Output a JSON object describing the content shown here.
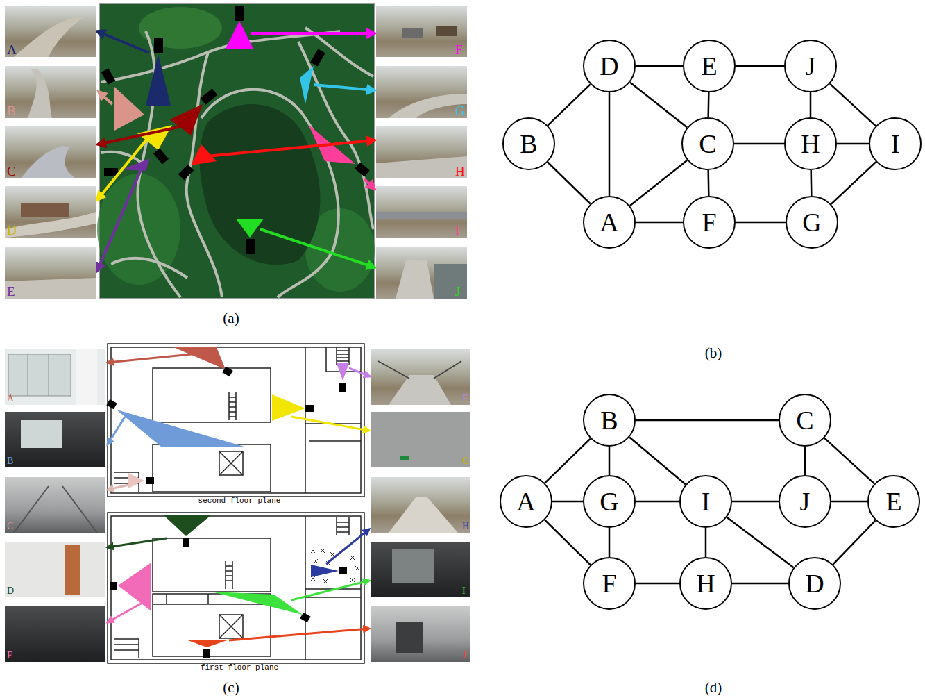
{
  "diagram": {
    "nodes": [
      {
        "text": [
          "D"
        ]
      },
      {
        "text": [
          "E"
        ]
      },
      {
        "text": [
          "J"
        ]
      },
      {
        "text": [
          "B"
        ]
      },
      {
        "text": [
          "C"
        ]
      },
      {
        "text": [
          "H"
        ]
      },
      {
        "text": [
          "I"
        ]
      },
      {
        "text": [
          "A"
        ]
      },
      {
        "text": [
          "F"
        ]
      },
      {
        "text": [
          "G"
        ]
      },
      {
        "text": [
          "B"
        ]
      },
      {
        "text": [
          "C"
        ]
      },
      {
        "text": [
          "A"
        ]
      },
      {
        "text": [
          "G"
        ]
      },
      {
        "text": [
          "I"
        ]
      },
      {
        "text": [
          "J"
        ]
      },
      {
        "text": [
          "E"
        ]
      },
      {
        "text": [
          "F"
        ]
      },
      {
        "text": [
          "H"
        ]
      },
      {
        "text": [
          "D"
        ]
      }
    ],
    "edges": [
      {
        "from": 0,
        "to": 1,
        "arrow": "none"
      },
      {
        "from": 1,
        "to": 2,
        "arrow": "none"
      },
      {
        "from": 0,
        "to": 3,
        "arrow": "none"
      },
      {
        "from": 0,
        "to": 7,
        "arrow": "none"
      },
      {
        "from": 0,
        "to": 4,
        "arrow": "none"
      },
      {
        "from": 1,
        "to": 4,
        "arrow": "none"
      },
      {
        "from": 2,
        "to": 5,
        "arrow": "none"
      },
      {
        "from": 2,
        "to": 6,
        "arrow": "none"
      },
      {
        "from": 3,
        "to": 7,
        "arrow": "none"
      },
      {
        "from": 4,
        "to": 7,
        "arrow": "none"
      },
      {
        "from": 4,
        "to": 5,
        "arrow": "none"
      },
      {
        "from": 4,
        "to": 8,
        "arrow": "none"
      },
      {
        "from": 5,
        "to": 6,
        "arrow": "none"
      },
      {
        "from": 5,
        "to": 9,
        "arrow": "none"
      },
      {
        "from": 6,
        "to": 9,
        "arrow": "none"
      },
      {
        "from": 7,
        "to": 8,
        "arrow": "none"
      },
      {
        "from": 8,
        "to": 9,
        "arrow": "none"
      },
      {
        "from": 10,
        "to": 11,
        "arrow": "none"
      },
      {
        "from": 10,
        "to": 12,
        "arrow": "none"
      },
      {
        "from": 10,
        "to": 13,
        "arrow": "none"
      },
      {
        "from": 10,
        "to": 14,
        "arrow": "none"
      },
      {
        "from": 11,
        "to": 15,
        "arrow": "none"
      },
      {
        "from": 11,
        "to": 16,
        "arrow": "none"
      },
      {
        "from": 12,
        "to": 13,
        "arrow": "none"
      },
      {
        "from": 12,
        "to": 17,
        "arrow": "none"
      },
      {
        "from": 13,
        "to": 14,
        "arrow": "none"
      },
      {
        "from": 13,
        "to": 17,
        "arrow": "none"
      },
      {
        "from": 14,
        "to": 15,
        "arrow": "none"
      },
      {
        "from": 14,
        "to": 18,
        "arrow": "none"
      },
      {
        "from": 14,
        "to": 19,
        "arrow": "none"
      },
      {
        "from": 15,
        "to": 16,
        "arrow": "none"
      },
      {
        "from": 16,
        "to": 19,
        "arrow": "none"
      },
      {
        "from": 17,
        "to": 18,
        "arrow": "none"
      },
      {
        "from": 18,
        "to": 19,
        "arrow": "none"
      }
    ],
    "labels": [
      "A",
      "B",
      "C",
      "D",
      "E",
      "F",
      "G",
      "H",
      "I",
      "J",
      "(a)",
      "(b)",
      "A",
      "B",
      "C",
      "D",
      "E",
      "F",
      "G",
      "H",
      "I",
      "J",
      "second floor plane",
      "first floor plane",
      "(c)",
      "(d)"
    ]
  }
}
